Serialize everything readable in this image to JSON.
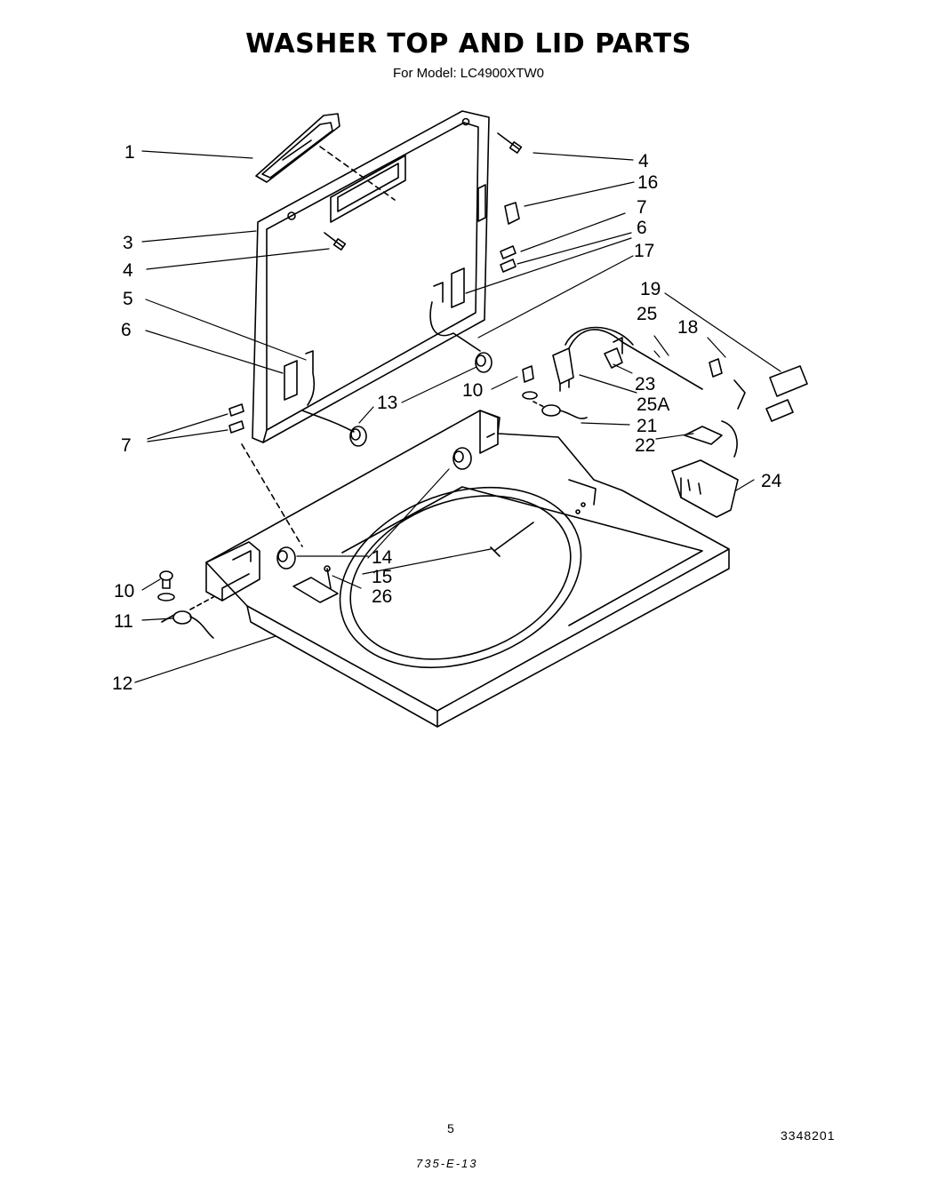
{
  "title": "WASHER TOP AND LID PARTS",
  "subtitle": "For Model: LC4900XTW0",
  "page_number": "5",
  "document_number": "3348201",
  "handwritten_note": "735-E-13",
  "callouts": {
    "c1": "1",
    "c3": "3",
    "c4a": "4",
    "c4b": "4",
    "c5": "5",
    "c6a": "6",
    "c6b": "6",
    "c7a": "7",
    "c7b": "7",
    "c10a": "10",
    "c10b": "10",
    "c11": "11",
    "c12": "12",
    "c13": "13",
    "c14": "14",
    "c15": "15",
    "c16": "16",
    "c17": "17",
    "c18": "18",
    "c19": "19",
    "c21": "21",
    "c22": "22",
    "c23": "23",
    "c24": "24",
    "c25": "25",
    "c25a": "25A",
    "c26": "26"
  }
}
